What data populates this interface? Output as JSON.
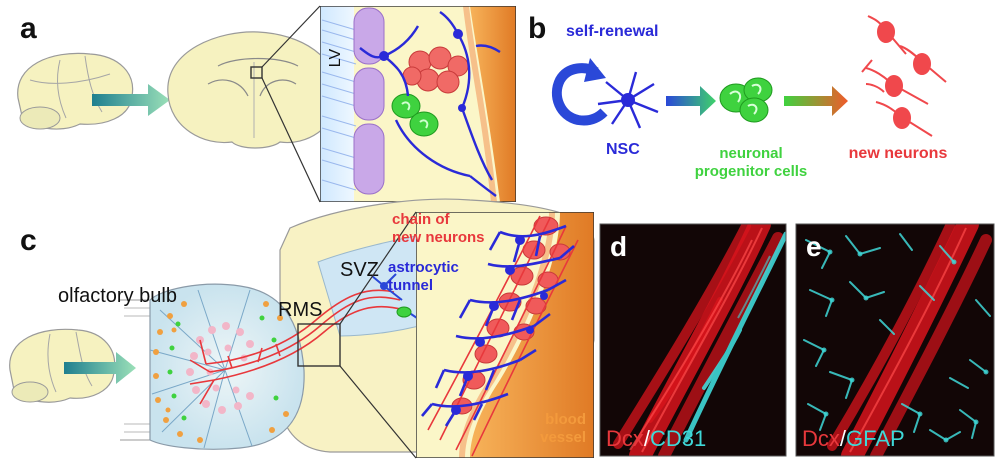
{
  "panel_a": {
    "letter": "a",
    "ventricle_label": "LV"
  },
  "panel_b": {
    "letter": "b",
    "self_renewal": "self-renewal",
    "nsc": "NSC",
    "progenitor_line1": "neuronal",
    "progenitor_line2": "progenitor cells",
    "new_neurons": "new neurons"
  },
  "panel_c": {
    "letter": "c",
    "olfactory_bulb": "olfactory bulb",
    "rms": "RMS",
    "svz": "SVZ",
    "chain_line1": "chain of",
    "chain_line2": "new neurons",
    "tunnel_line1": "astrocytic",
    "tunnel_line2": "tunnel",
    "vessel_line1": "blood",
    "vessel_line2": "vessel"
  },
  "panel_d": {
    "letter": "d",
    "marker1": "Dcx",
    "separator": "/",
    "marker2": "CD31"
  },
  "panel_e": {
    "letter": "e",
    "marker1": "Dcx",
    "separator": "/",
    "marker2": "GFAP"
  },
  "colors": {
    "brain_fill": "#f6f2c0",
    "nsc_blue": "#2a2ad8",
    "progenitor_green": "#3fd23f",
    "neuron_red": "#e8383c",
    "vessel_orange": "#f39a3c",
    "cyan_marker": "#3fd8d8",
    "ependymal_purple": "#c9a8e8"
  }
}
